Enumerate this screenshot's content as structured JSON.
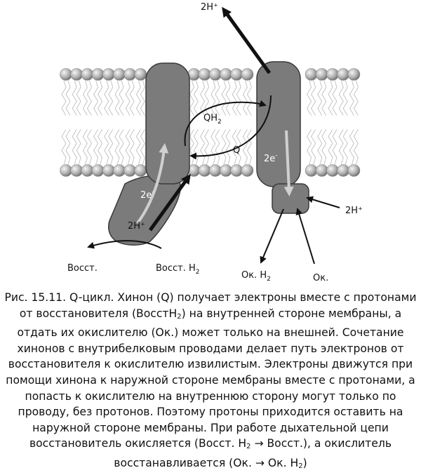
{
  "labels": {
    "top_protons": "2H⁺",
    "qh2": "QH",
    "qh2_sub": "2",
    "q": "Q",
    "e_left": "2e",
    "e_left_sup": "-",
    "e_right": "2e",
    "e_right_sup": "-",
    "h_left": "2H⁺",
    "h_right": "2H⁺",
    "vosst": "Восст.",
    "vosst_h2": "Восст. H",
    "vosst_h2_sub": "2",
    "ok_h2": "Ок. H",
    "ok_h2_sub": "2",
    "ok": "Ок."
  },
  "caption": {
    "fig_no": "Рис. 15.11.",
    "p1": " Q-цикл. Хинон (Q) получает электроны вместе с протонами от восстановителя (ВосстH",
    "p1_sub": "2",
    "p2": ") на внутренней стороне мембраны, а отдать их окислителю (Ок.) может только на внешней. Сочетание хинонов с внутрибелковым проводами делает путь электронов от восстановителя к окислителю извилистым. Электроны движутся при помощи хинона к наружной стороне мембраны вместе с протонами, а попасть к окислителю на внутреннюю сторону могут только по проводу, без протонов. Поэтому протоны приходится оставить на наружной стороне мембраны. При работе дыхательной цепи восстановитель окисляется (Восст. H",
    "p2_sub": "2",
    "p3": " → Восст.), а окислитель восстанавливается (Ок. → Ок. H",
    "p3_sub": "2",
    "p4": ")"
  },
  "colors": {
    "protein": "#7b7b7b",
    "protein_stroke": "#3a3a3a",
    "lipid_head": "#a8a8a8",
    "arrow": "#111111",
    "electron_arrow": "#cfcfcf"
  }
}
